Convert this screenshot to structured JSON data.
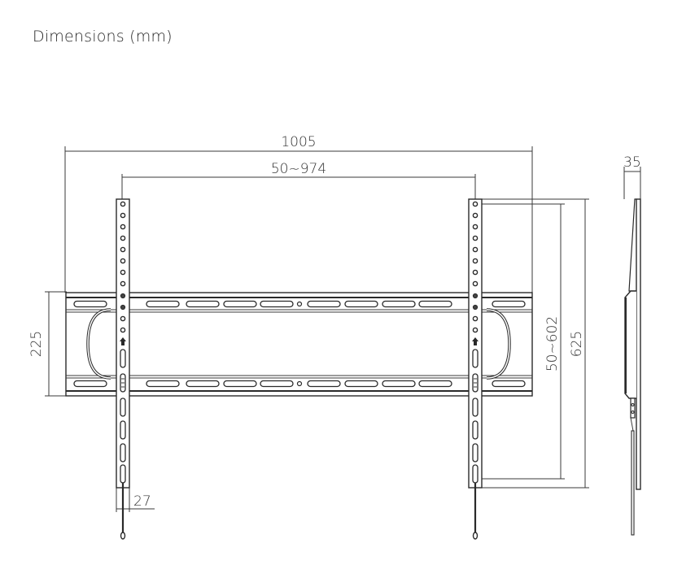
{
  "title": "Dimensions (mm)",
  "dimensions": {
    "overall_width": "1005",
    "hole_spacing_horizontal": "50~974",
    "plate_height": "225",
    "hole_spacing_vertical": "50~602",
    "overall_height": "625",
    "depth": "35",
    "arm_width": "27"
  },
  "views": {
    "front": "front-view",
    "side": "side-view"
  },
  "colors": {
    "line": "#2a2a2a",
    "background": "#ffffff"
  }
}
